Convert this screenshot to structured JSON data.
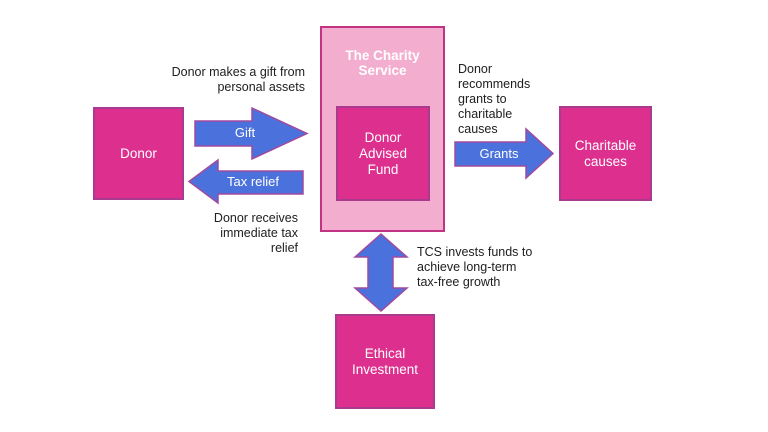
{
  "colors": {
    "background": "#FFFFFF",
    "box_fill": "#DD2F8E",
    "box_border": "#A93A90",
    "box_text": "#FFFFFF",
    "container_fill": "#F3ADCF",
    "container_border": "#C23383",
    "arrow_fill": "#4B72DC",
    "arrow_border": "#A04A9E",
    "annotation_text": "#202020"
  },
  "diagram": {
    "container": {
      "title": "The Charity\nService"
    },
    "boxes": {
      "donor": "Donor",
      "donor_advised_fund": "Donor\nAdvised\nFund",
      "charitable_causes": "Charitable\ncauses",
      "ethical_investment": "Ethical\nInvestment"
    },
    "arrows": {
      "gift": "Gift",
      "tax_relief": "Tax relief",
      "grants": "Grants"
    },
    "annotations": {
      "gift": "Donor makes a gift from\npersonal assets",
      "tax_relief": "Donor receives\nimmediate tax\nrelief",
      "grants": "Donor\nrecommends\ngrants to\ncharitable\ncauses",
      "investment": "TCS invests funds to\nachieve long-term\ntax-free growth"
    }
  }
}
